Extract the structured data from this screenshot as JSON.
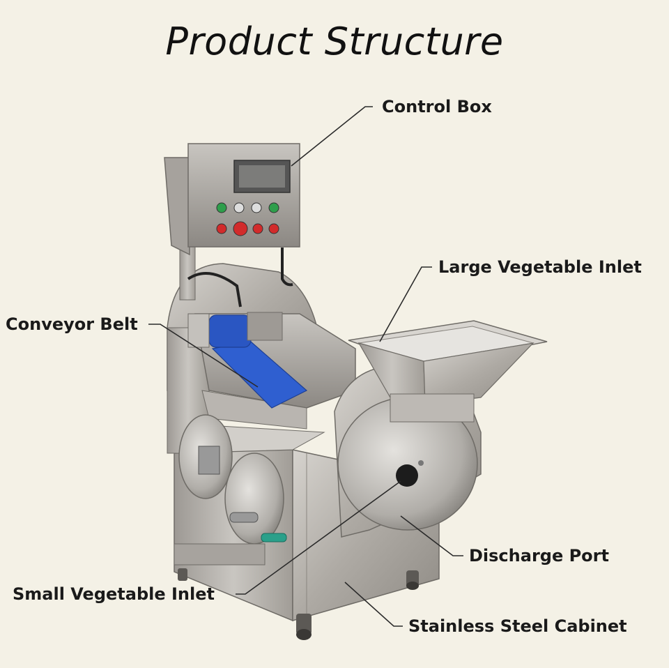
{
  "title": "Product Structure",
  "labels": {
    "control_box": "Control Box",
    "large_vegetable_inlet": "Large Vegetable Inlet",
    "conveyor_belt": "Conveyor Belt",
    "discharge_port": "Discharge Port",
    "small_vegetable_inlet": "Small Vegetable Inlet",
    "stainless_steel_cabinet": "Stainless Steel Cabinet"
  },
  "colors": {
    "background": "#f4f1e6",
    "steel": "#b7b3ad",
    "belt": "#2f5fd0",
    "button_green": "#2e9e4b",
    "button_red": "#d22b2b"
  }
}
